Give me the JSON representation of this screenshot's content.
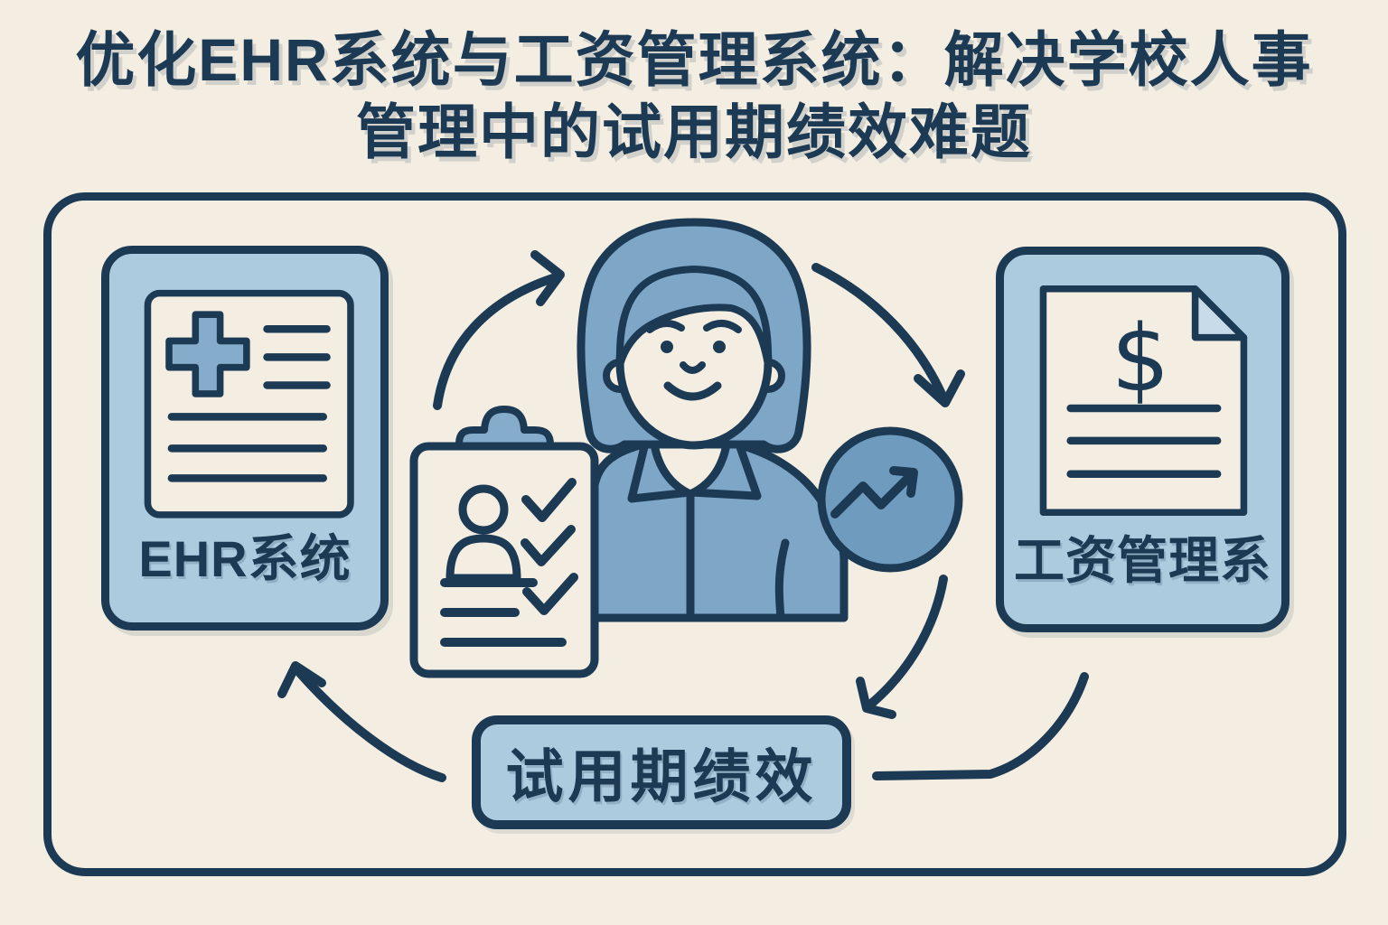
{
  "title": {
    "line1": "优化EHR系统与工资管理系统：解决学校人事",
    "line2": "管理中的试用期绩效难题"
  },
  "cards": {
    "ehr": {
      "label": "EHR系统",
      "icon": "document-with-medical-cross-icon"
    },
    "payroll": {
      "label": "工资管理系",
      "icon": "dollar-document-icon",
      "dollar_glyph": "$"
    }
  },
  "center": {
    "person_icon": "woman-illustration",
    "clipboard_icon": "checklist-clipboard-icon",
    "growth_icon": "growth-trend-circle-icon",
    "arrows": [
      "cycle-arrow-top-left",
      "cycle-arrow-top-right",
      "cycle-arrow-right-to-bottom",
      "cycle-arrow-bottom-sweep",
      "cycle-arrow-bottom-to-left"
    ]
  },
  "bottom_label": {
    "text": "试用期绩效"
  },
  "colors": {
    "background": "#f3eee1",
    "outline_navy": "#1d3a55",
    "card_fill": "#accbdf",
    "figure_fill": "#7da6c7",
    "growth_circle_fill": "#6f9cbe",
    "clip_fill": "#85accb",
    "fold_fill": "#c8dbe9"
  }
}
